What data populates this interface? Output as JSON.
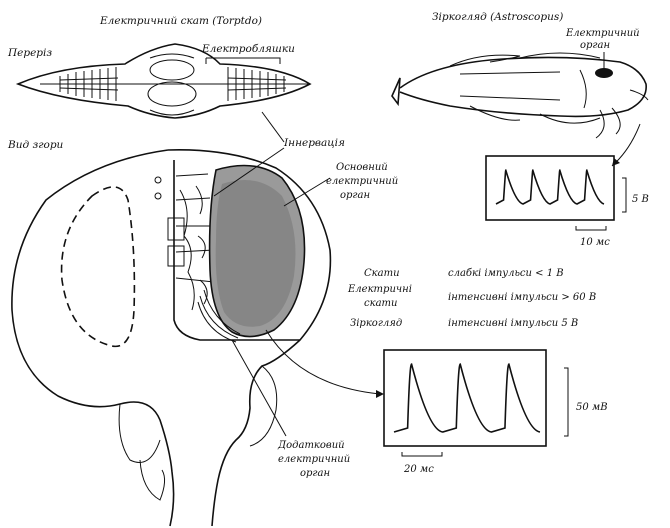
{
  "titles": {
    "torpedo": "Електричний скат (Torptdo)",
    "astroscopus": "Зіркогляд (Astroscopus)"
  },
  "labels": {
    "section": "Переріз",
    "top_view": "Вид згори",
    "electroplates": "Електробляшки",
    "innervation": "Іннервація",
    "main_organ": [
      "Основний",
      "електричний",
      "орган"
    ],
    "extra_organ": [
      "Додатковий",
      "електричний",
      "орган"
    ],
    "fish_organ": [
      "Електричний",
      "орган"
    ]
  },
  "comparison": [
    {
      "name": [
        "Скати"
      ],
      "value": "слабкі імпульси < 1 В"
    },
    {
      "name": [
        "Електричні",
        "скати"
      ],
      "value": "інтенсивні імпульси > 60 В"
    },
    {
      "name": [
        "Зіркогляд"
      ],
      "value": "інтенсивні імпульси 5 В"
    }
  ],
  "trace_small": {
    "scale_y": "5 В",
    "scale_x": "10 мс",
    "pulses": 4
  },
  "trace_large": {
    "scale_y": "50 мВ",
    "scale_x": "20 мс",
    "pulses": 3
  }
}
